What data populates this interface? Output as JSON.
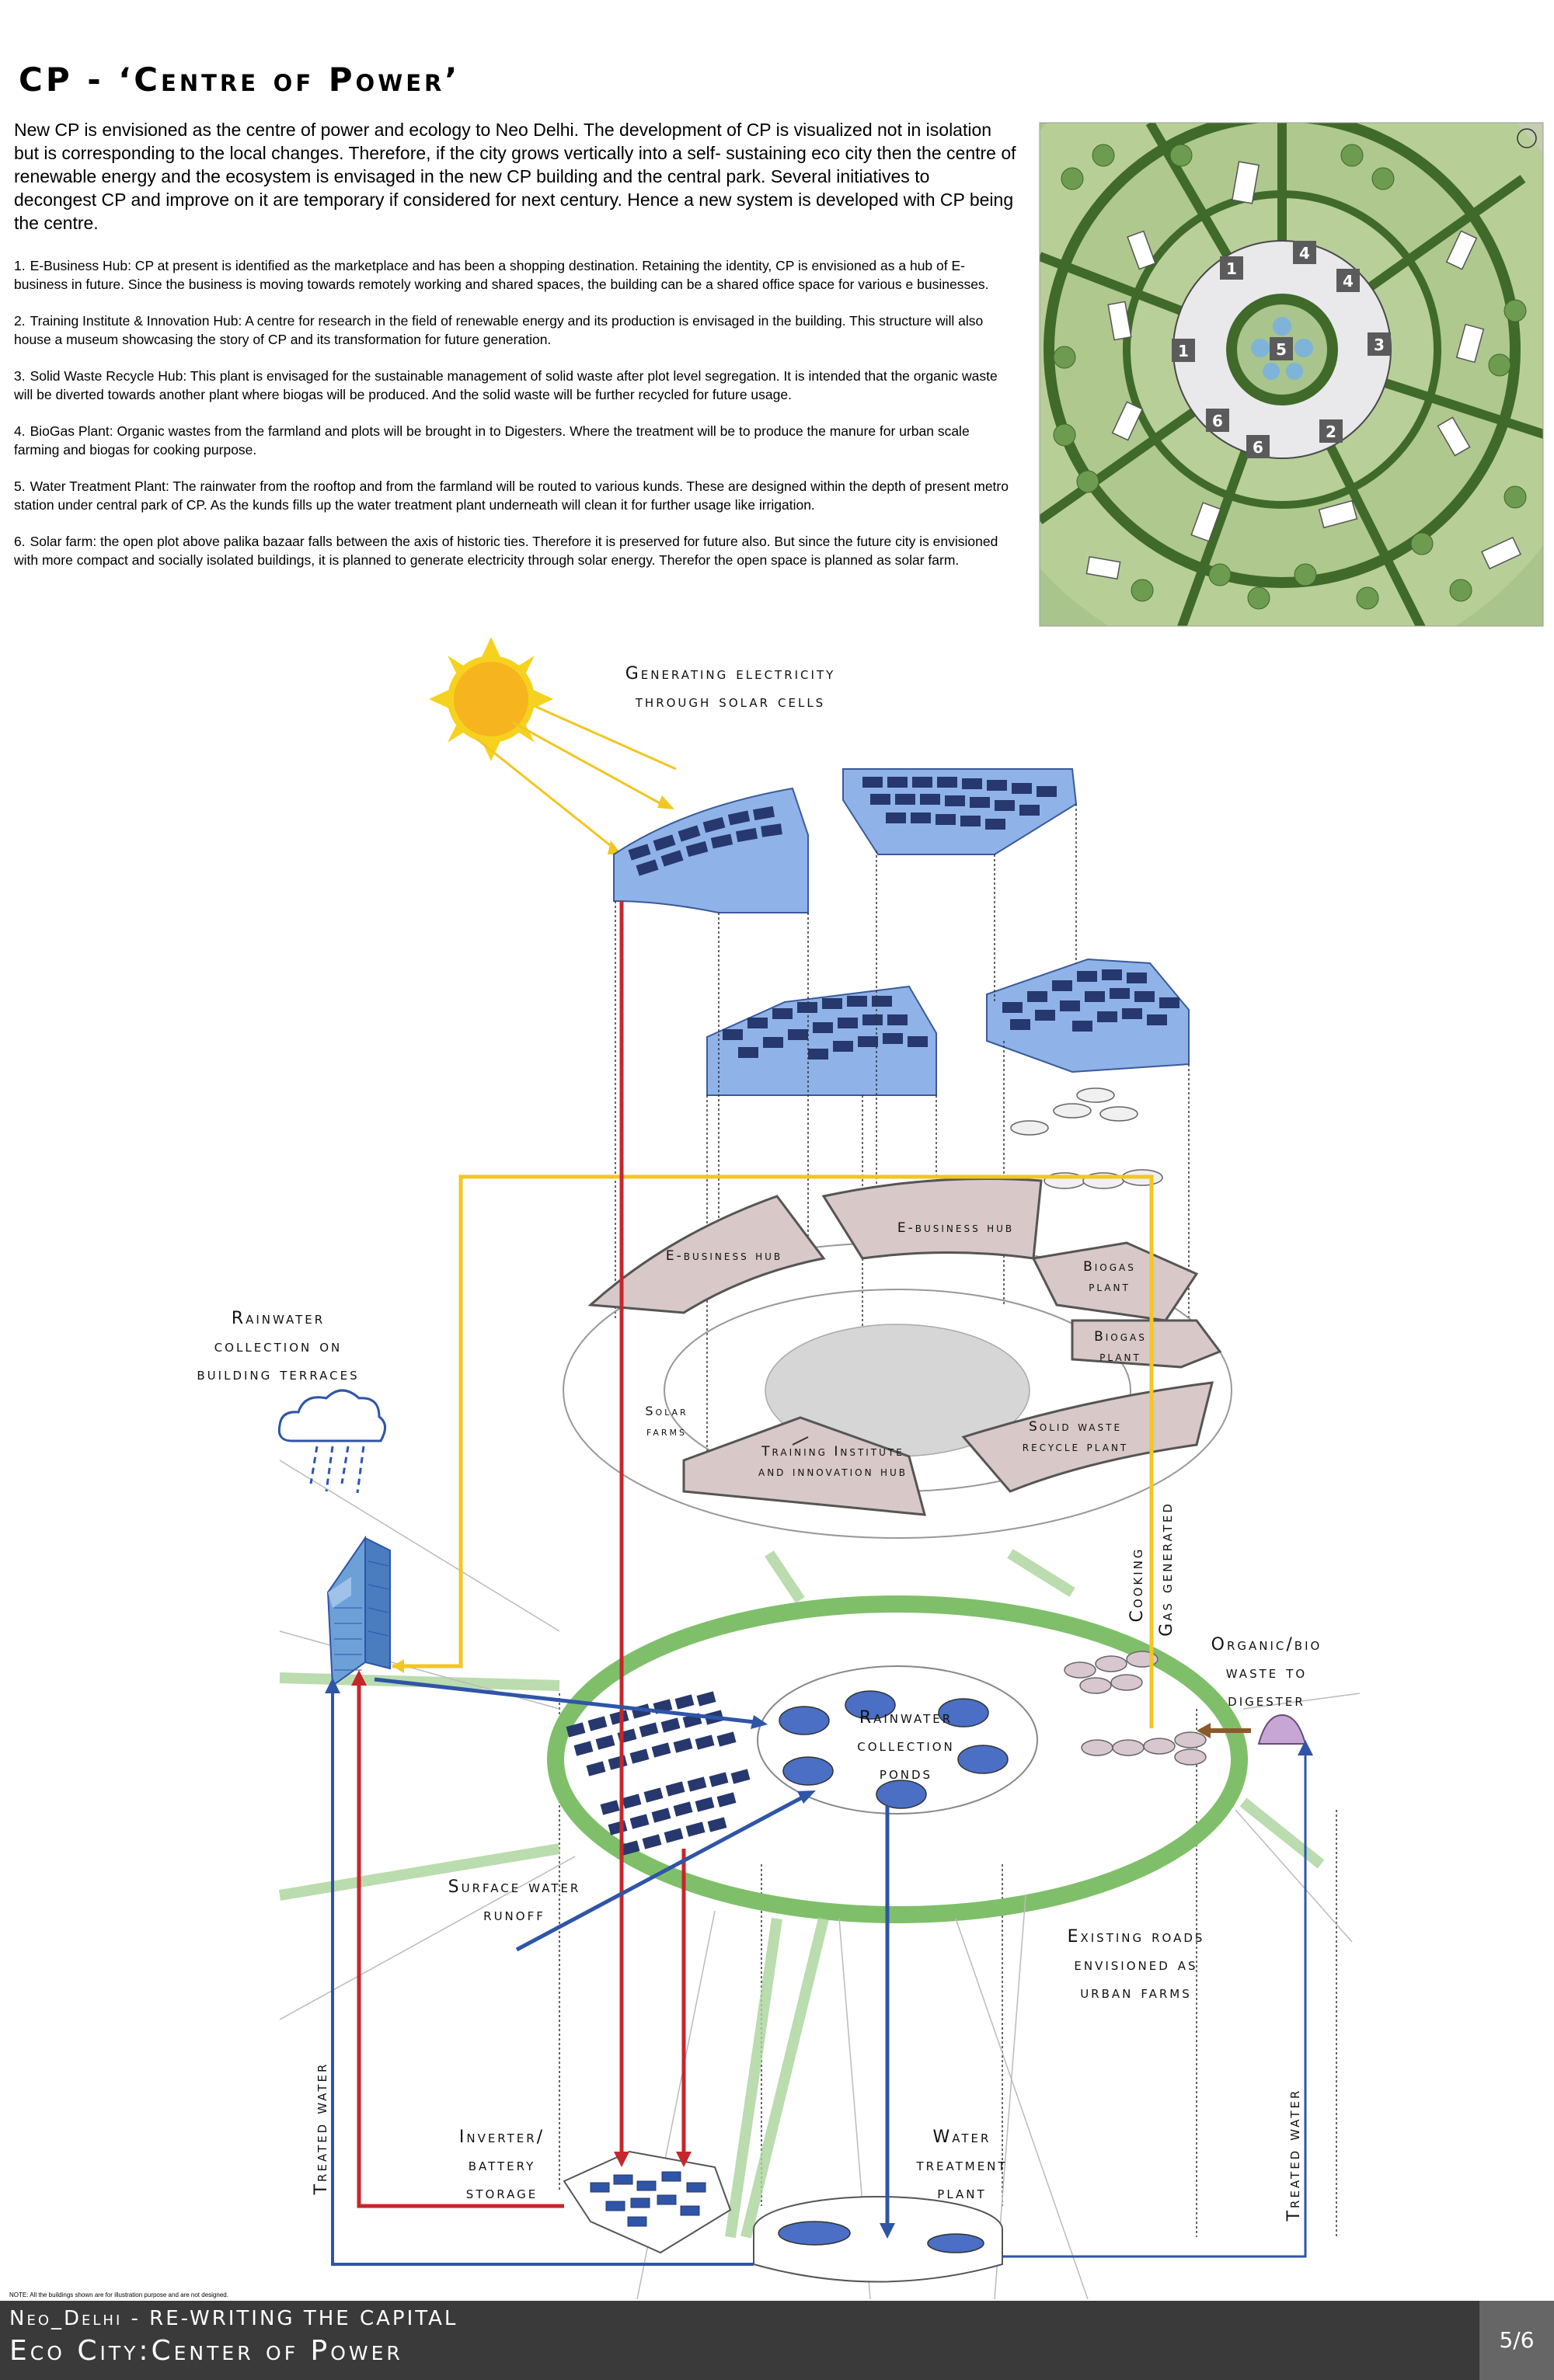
{
  "header": {
    "title": "CP - ‘Centre of Power’"
  },
  "intro": "New CP is envisioned as the centre of power and ecology to Neo Delhi. The development of CP is visualized not in isolation but is corresponding to the local changes. Therefore, if the city grows vertically into a self- sustaining eco city then the centre of renewable energy and the ecosystem is envisaged in the new CP building and the central park. Several initiatives to decongest CP and improve on it are temporary if considered for next century. Hence a new system is developed with CP being the centre.",
  "items": [
    {
      "num": "1.",
      "text": "E-Business Hub: CP at present is identified as the marketplace and has been a shopping destination. Retaining the identity, CP is envisioned as a hub of E-business in future. Since the business is moving towards remotely working and shared spaces, the building can be a shared office space for various e businesses."
    },
    {
      "num": "2.",
      "text": "Training Institute & Innovation Hub: A centre for research in the field of renewable energy and its production is envisaged in the building. This structure will also house a museum showcasing the story of CP and its transformation for future generation."
    },
    {
      "num": "3.",
      "text": "Solid Waste Recycle Hub: This plant is envisaged for the sustainable management of solid waste after plot level segregation. It is intended that the organic waste will be diverted towards another plant where biogas will be produced. And the solid waste will be further recycled for future usage."
    },
    {
      "num": "4.",
      "text": "BioGas Plant: Organic wastes from the farmland and plots will be brought in to Digesters. Where the treatment will be to produce the manure for urban scale farming and biogas for cooking purpose."
    },
    {
      "num": "5.",
      "text": "Water Treatment Plant: The rainwater from the rooftop and from the farmland will be routed to various kunds. These are designed within the depth of present metro station under central park of CP. As the kunds fills up the water treatment plant underneath will clean it for further usage like irrigation."
    },
    {
      "num": "6.",
      "text": "Solar farm: the open plot above palika bazaar falls between the axis of historic ties. Therefore it is preserved for future also. But since the future city is envisioned with more compact and socially isolated buildings, it is planned to generate electricity through solar energy. Therefor the open space is planned as solar farm."
    }
  ],
  "plan_numbers": [
    "1",
    "4",
    "4",
    "1",
    "5",
    "3",
    "6",
    "6",
    "2"
  ],
  "labels": {
    "solar_1": "Generating electricity",
    "solar_2": "through solar cells",
    "rain_1": "Rainwater",
    "rain_2": "collection on",
    "rain_3": "building terraces",
    "ebiz_left": "E-business hub",
    "ebiz_right": "E-business hub",
    "biogas_a1": "Biogas",
    "biogas_a2": "plant",
    "biogas_b1": "Biogas",
    "biogas_b2": "plant",
    "solar_farms_1": "Solar",
    "solar_farms_2": "farms",
    "training_1": "Training Institute",
    "training_2": "and innovation hub",
    "solid_1": "Solid waste",
    "solid_2": "recycle plant",
    "cooking": "Cooking",
    "gas": "Gas generated",
    "organic_1": "Organic/bio",
    "organic_2": "waste to",
    "organic_3": "digester",
    "ponds_1": "Rainwater",
    "ponds_2": "collection",
    "ponds_3": "ponds",
    "runoff_1": "Surface water",
    "runoff_2": "runoff",
    "roads_1": "Existing roads",
    "roads_2": "envisioned as",
    "roads_3": "urban farms",
    "inverter_1": "Inverter/",
    "inverter_2": "battery",
    "inverter_3": "storage",
    "wtp_1": "Water",
    "wtp_2": "treatment",
    "wtp_3": "plant",
    "treated_left": "Treated water",
    "treated_right": "Treated water"
  },
  "note": "NOTE: All the buildings shown are for illustration purpose and are not designed.",
  "footer": {
    "subtitle": "Neo_Delhi - RE-WRITING THE CAPITAL",
    "title": "Eco City:Center of Power",
    "page": "5/6"
  },
  "colors": {
    "solar_blue": "#8fb3e8",
    "panel_navy": "#27386e",
    "power_red": "#c6262b",
    "gas_yellow": "#f2c623",
    "water_blue": "#2f55a8",
    "green_ring": "#7fbf6a",
    "plan_green": "#5e8a3c",
    "footer_dark": "#3a3a3a"
  }
}
